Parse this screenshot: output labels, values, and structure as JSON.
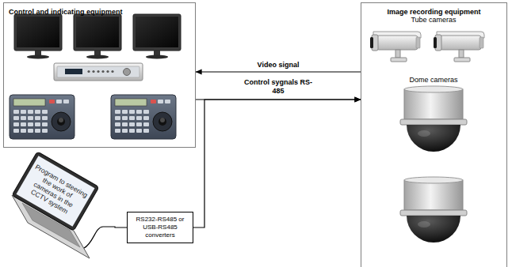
{
  "diagram": {
    "nodes": [
      {
        "text": [
          "Control and indicating equipment"
        ]
      },
      {
        "text": [
          "Image recording equipment"
        ]
      },
      {
        "text": [
          "RS232-RS485 or USB-RS485 converters"
        ]
      },
      {
        "text": [
          "Program to steering the work of cameras in the CCTV system"
        ]
      }
    ],
    "edges": [
      {
        "from": 1,
        "to": 0,
        "arrow": "to",
        "label": "Video signal"
      },
      {
        "from": 0,
        "to": 1,
        "arrow": "to",
        "label": "Control sygnals RS-485"
      },
      {
        "from": 2,
        "to": 1,
        "arrow": "to"
      },
      {
        "from": 3,
        "to": 2,
        "arrow": "none"
      }
    ],
    "labels": [
      "Tube cameras",
      "Dome cameras"
    ]
  }
}
